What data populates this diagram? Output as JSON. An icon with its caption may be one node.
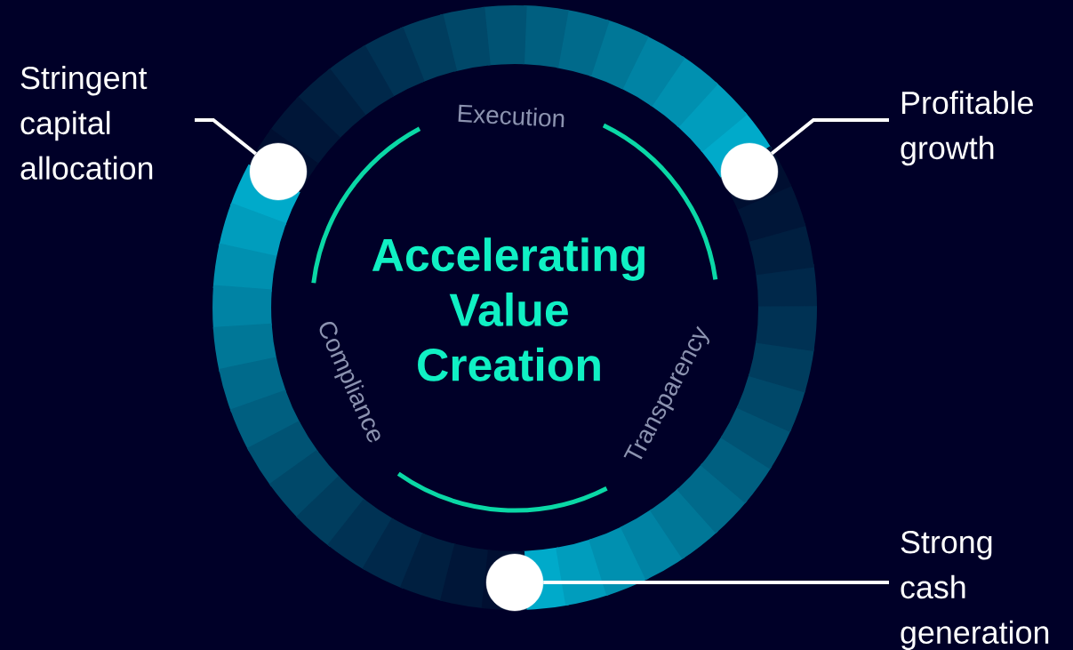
{
  "diagram": {
    "nodes": [
      {
        "text": [
          "Stringent capital allocation"
        ]
      },
      {
        "text": [],
        "shape": "circle"
      },
      {
        "text": [
          "Profitable growth"
        ]
      },
      {
        "text": [],
        "shape": "circle"
      },
      {
        "text": [
          "Strong cash generation"
        ]
      },
      {
        "text": [],
        "shape": "circle"
      }
    ],
    "edges": [
      {
        "from": 0,
        "to": 1,
        "arrow": "none"
      },
      {
        "from": 2,
        "to": 3,
        "arrow": "none"
      },
      {
        "from": 4,
        "to": 5,
        "arrow": "none"
      }
    ],
    "labels": [
      "Execution",
      "Accelerating Value Creation",
      "Compliance",
      "Transparency"
    ]
  }
}
